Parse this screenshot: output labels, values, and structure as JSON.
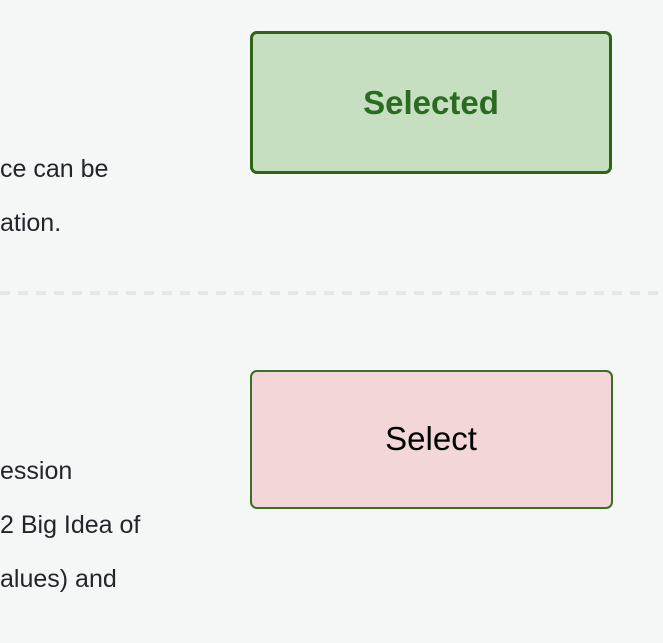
{
  "page": {
    "background_color": "#f5f6f6",
    "text_color": "#22262a"
  },
  "options": [
    {
      "id": "option-selected",
      "description_lines": [
        "ce can be",
        "ation."
      ],
      "button": {
        "label": "Selected",
        "state": "selected",
        "background_color": "#c6dfc0",
        "border_color": "#2d6417",
        "text_color": "#2b6b21"
      }
    },
    {
      "id": "option-unchosen",
      "description_lines": [
        "ession",
        "2 Big Idea of",
        "alues) and"
      ],
      "button": {
        "label": "Select",
        "state": "unselected",
        "background_color": "#f2d6d8",
        "border_color": "#3d6b28",
        "text_color": "#000000"
      }
    }
  ],
  "divider": {
    "style": "dashed",
    "color": "#e3e7ea"
  }
}
